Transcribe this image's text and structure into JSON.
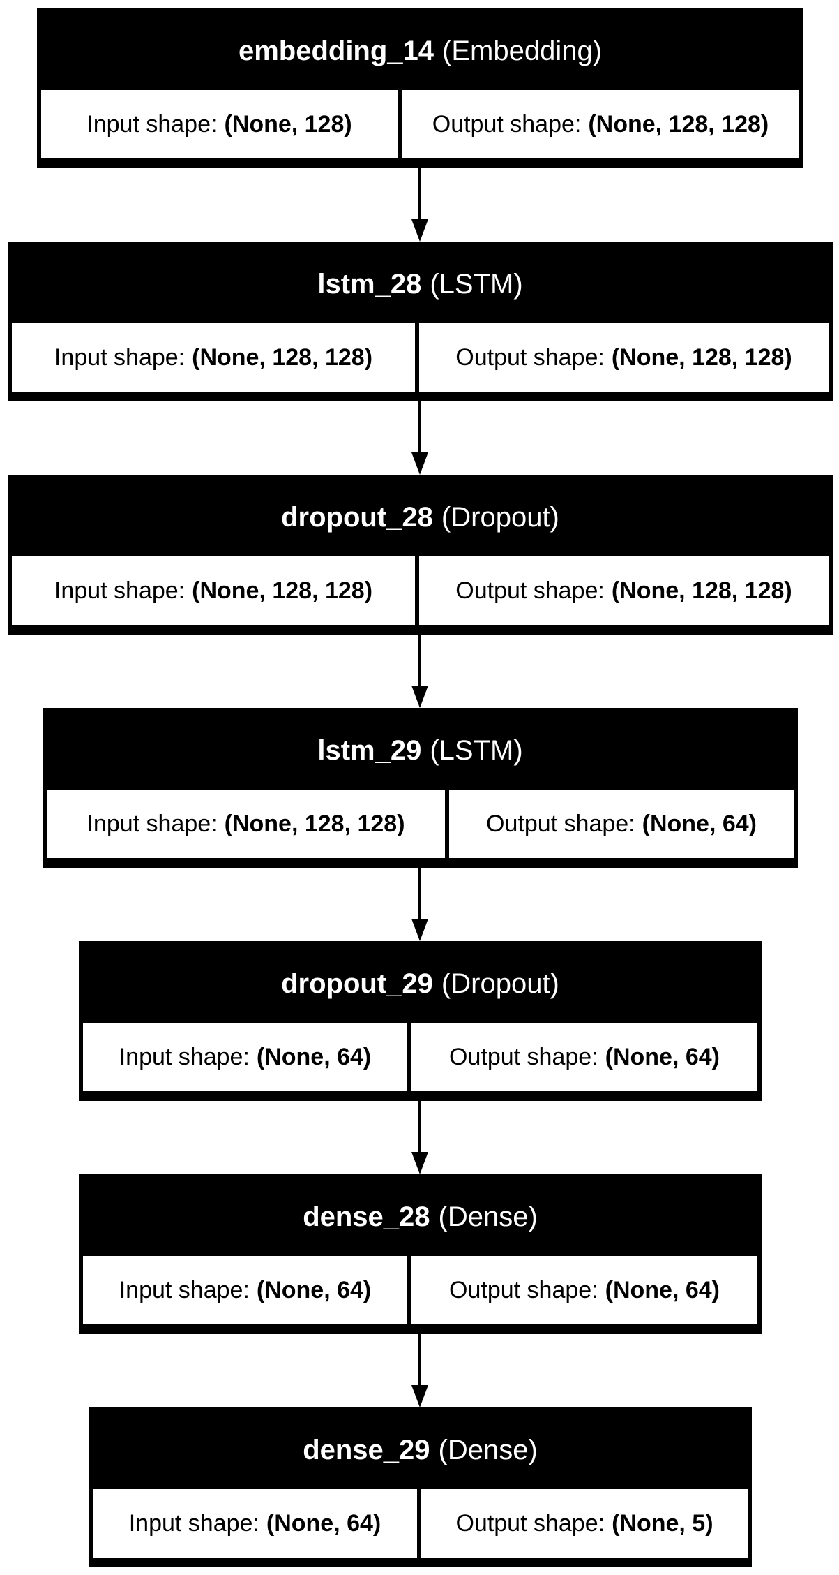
{
  "layers": [
    {
      "name": "embedding_14",
      "type": "(Embedding)",
      "input_label": "Input shape:",
      "input_value": "(None, 128)",
      "output_label": "Output shape:",
      "output_value": "(None, 128, 128)"
    },
    {
      "name": "lstm_28",
      "type": "(LSTM)",
      "input_label": "Input shape:",
      "input_value": "(None, 128, 128)",
      "output_label": "Output shape:",
      "output_value": "(None, 128, 128)"
    },
    {
      "name": "dropout_28",
      "type": "(Dropout)",
      "input_label": "Input shape:",
      "input_value": "(None, 128, 128)",
      "output_label": "Output shape:",
      "output_value": "(None, 128, 128)"
    },
    {
      "name": "lstm_29",
      "type": "(LSTM)",
      "input_label": "Input shape:",
      "input_value": "(None, 128, 128)",
      "output_label": "Output shape:",
      "output_value": "(None, 64)"
    },
    {
      "name": "dropout_29",
      "type": "(Dropout)",
      "input_label": "Input shape:",
      "input_value": "(None, 64)",
      "output_label": "Output shape:",
      "output_value": "(None, 64)"
    },
    {
      "name": "dense_28",
      "type": "(Dense)",
      "input_label": "Input shape:",
      "input_value": "(None, 64)",
      "output_label": "Output shape:",
      "output_value": "(None, 64)"
    },
    {
      "name": "dense_29",
      "type": "(Dense)",
      "input_label": "Input shape:",
      "input_value": "(None, 64)",
      "output_label": "Output shape:",
      "output_value": "(None, 5)"
    }
  ]
}
